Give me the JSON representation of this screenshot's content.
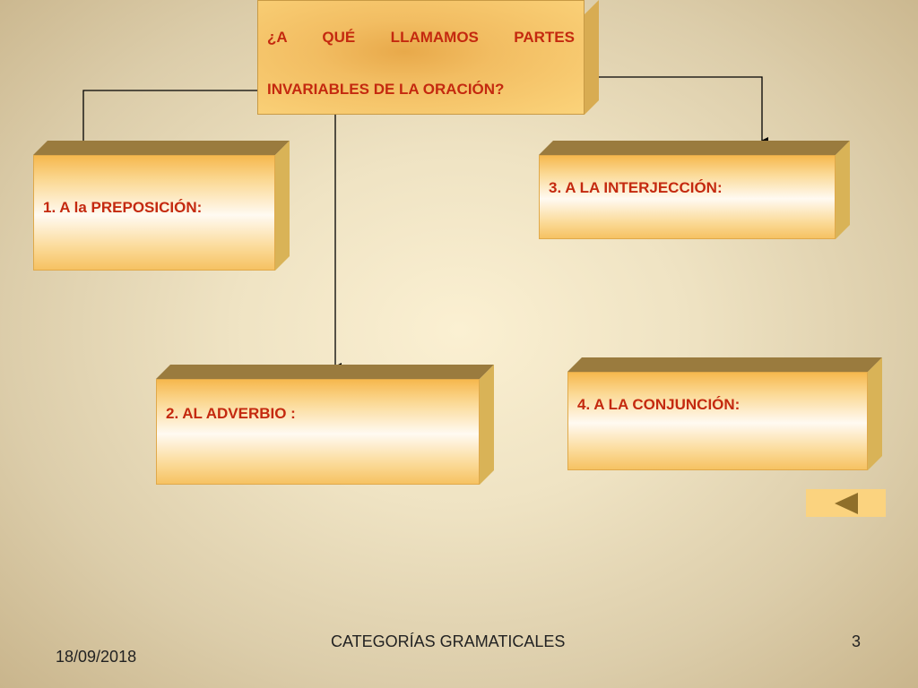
{
  "slide": {
    "title_line1": "¿A     QUÉ     LLAMAMOS     PARTES",
    "title_line2": "INVARIABLES DE LA ORACIÓN?",
    "boxes": {
      "preposition": "1. A la PREPOSICIÓN:",
      "adverb": "2. AL ADVERBIO :",
      "interjection": "3. A LA INTERJECCIÓN:",
      "conjunction": "4. A LA CONJUNCIÓN:"
    },
    "back_button_icon": "back-triangle-icon"
  },
  "footer": {
    "date": "18/09/2018",
    "title": "CATEGORÍAS GRAMATICALES",
    "page_number": "3"
  },
  "colors": {
    "label_text": "#c4290f",
    "box_front": "#fbd995",
    "box_top": "#9a7b3e",
    "box_side": "#d9b357",
    "back_button": "#fbd37f",
    "back_arrow": "#8f6f2a"
  }
}
